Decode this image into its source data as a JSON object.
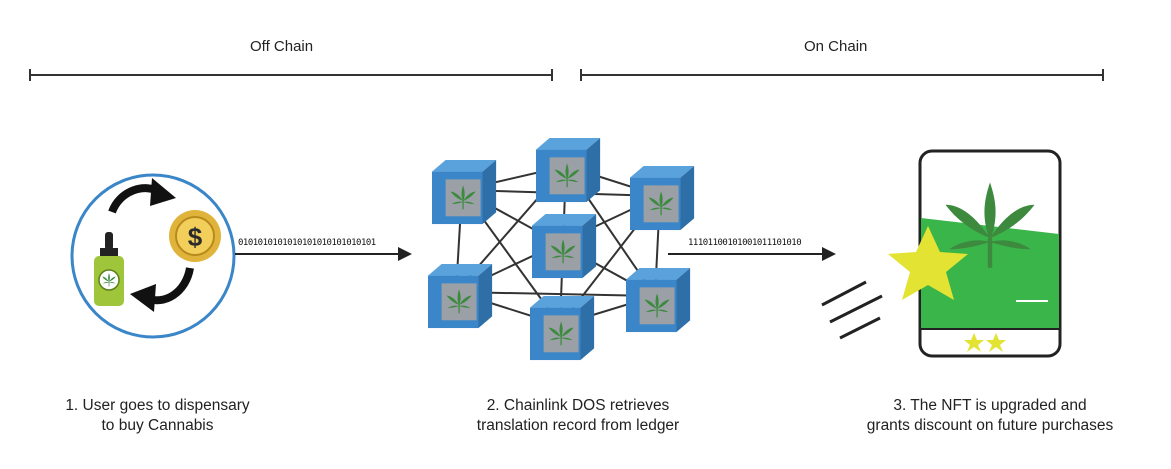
{
  "sections": {
    "off_chain": "Off Chain",
    "on_chain": "On Chain"
  },
  "flows": {
    "bits_1": "0101010101010101010101010101",
    "bits_2": "11101100101001011101010"
  },
  "steps": [
    {
      "line1": "1. User goes to dispensary",
      "line2": "to buy Cannabis"
    },
    {
      "line1": "2. Chainlink DOS retrieves",
      "line2": "translation record from ledger"
    },
    {
      "line1": "3. The NFT is upgraded and",
      "line2": "grants discount on future purchases"
    }
  ],
  "icons": {
    "coin_symbol": "$",
    "step1": [
      "refresh-cycle-icon",
      "dollar-coin-icon",
      "dropper-bottle-icon"
    ],
    "step2": [
      "blockchain-network-icon",
      "cannabis-block-icon"
    ],
    "step3": [
      "nft-phone-icon",
      "star-icon",
      "cannabis-leaf-icon",
      "motion-lines-icon"
    ]
  },
  "colors": {
    "block_face": "#3a86c8",
    "block_top": "#5aa2dc",
    "leaf": "#3d8a3f",
    "star": "#e3e333",
    "nft_green": "#3ab54a",
    "bottle": "#9fc53a",
    "coin": "#e0b43a"
  }
}
